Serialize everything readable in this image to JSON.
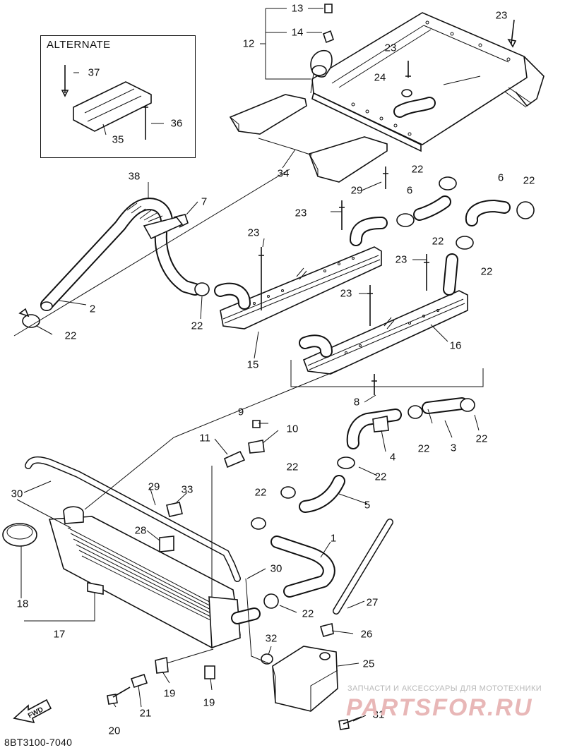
{
  "alternate_box": {
    "title": "ALTERNATE"
  },
  "figure_code": "8BT3100-7040",
  "watermark": {
    "caption": "ЗАПЧАСТИ И АКСЕССУАРЫ ДЛЯ МОТОТЕХНИКИ",
    "logo_text": "PARTSFOR.RU"
  },
  "fwd_arrow": {
    "text": "FWD",
    "icon": "fwd-arrow-icon"
  },
  "callouts": [
    {
      "id": "c13",
      "text": "13"
    },
    {
      "id": "c14",
      "text": "14"
    },
    {
      "id": "c12",
      "text": "12"
    },
    {
      "id": "c23a",
      "text": "23"
    },
    {
      "id": "c23b",
      "text": "23"
    },
    {
      "id": "c24",
      "text": "24"
    },
    {
      "id": "c37",
      "text": "37"
    },
    {
      "id": "c36",
      "text": "36"
    },
    {
      "id": "c35",
      "text": "35"
    },
    {
      "id": "c34",
      "text": "34"
    },
    {
      "id": "c22a",
      "text": "22"
    },
    {
      "id": "c29a",
      "text": "29"
    },
    {
      "id": "c38",
      "text": "38"
    },
    {
      "id": "c7",
      "text": "7"
    },
    {
      "id": "c6a",
      "text": "6"
    },
    {
      "id": "c6b",
      "text": "6"
    },
    {
      "id": "c22b",
      "text": "22"
    },
    {
      "id": "c23c",
      "text": "23"
    },
    {
      "id": "c23d",
      "text": "23"
    },
    {
      "id": "c22c",
      "text": "22"
    },
    {
      "id": "c22d",
      "text": "22"
    },
    {
      "id": "c23e",
      "text": "23"
    },
    {
      "id": "c2",
      "text": "2"
    },
    {
      "id": "c23f",
      "text": "23"
    },
    {
      "id": "c22e",
      "text": "22"
    },
    {
      "id": "c22f",
      "text": "22"
    },
    {
      "id": "c16",
      "text": "16"
    },
    {
      "id": "c15",
      "text": "15"
    },
    {
      "id": "c9",
      "text": "9"
    },
    {
      "id": "c10",
      "text": "10"
    },
    {
      "id": "c8",
      "text": "8"
    },
    {
      "id": "c11",
      "text": "11"
    },
    {
      "id": "c4",
      "text": "4"
    },
    {
      "id": "c22g",
      "text": "22"
    },
    {
      "id": "c3",
      "text": "3"
    },
    {
      "id": "c22h",
      "text": "22"
    },
    {
      "id": "c22i",
      "text": "22"
    },
    {
      "id": "c22j",
      "text": "22"
    },
    {
      "id": "c30a",
      "text": "30"
    },
    {
      "id": "c29b",
      "text": "29"
    },
    {
      "id": "c33",
      "text": "33"
    },
    {
      "id": "c5",
      "text": "5"
    },
    {
      "id": "c22k",
      "text": "22"
    },
    {
      "id": "c28",
      "text": "28"
    },
    {
      "id": "c1",
      "text": "1"
    },
    {
      "id": "c30b",
      "text": "30"
    },
    {
      "id": "c18",
      "text": "18"
    },
    {
      "id": "c27",
      "text": "27"
    },
    {
      "id": "c22l",
      "text": "22"
    },
    {
      "id": "c17",
      "text": "17"
    },
    {
      "id": "c26",
      "text": "26"
    },
    {
      "id": "c32",
      "text": "32"
    },
    {
      "id": "c25",
      "text": "25"
    },
    {
      "id": "c19a",
      "text": "19"
    },
    {
      "id": "c19b",
      "text": "19"
    },
    {
      "id": "c21",
      "text": "21"
    },
    {
      "id": "c20",
      "text": "20"
    },
    {
      "id": "c31",
      "text": "31"
    }
  ]
}
